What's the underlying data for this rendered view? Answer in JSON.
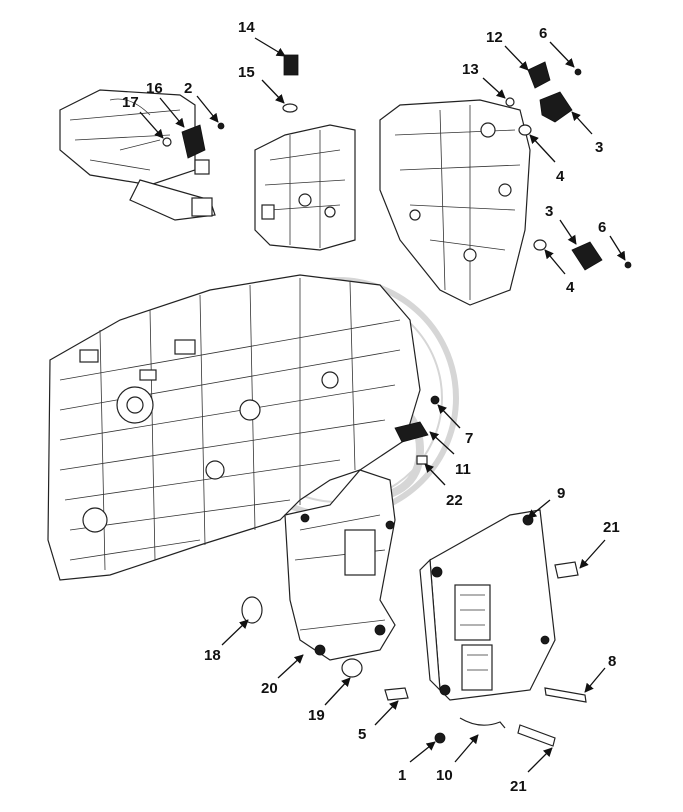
{
  "callouts": {
    "c1": "1",
    "c2": "2",
    "c3a": "3",
    "c3b": "3",
    "c4a": "4",
    "c4b": "4",
    "c5": "5",
    "c6a": "6",
    "c6b": "6",
    "c7": "7",
    "c8": "8",
    "c9": "9",
    "c10": "10",
    "c11": "11",
    "c12": "12",
    "c13": "13",
    "c14": "14",
    "c15": "15",
    "c16": "16",
    "c17": "17",
    "c18": "18",
    "c19": "19",
    "c20": "20",
    "c21a": "21",
    "c21b": "21",
    "c22": "22"
  },
  "colors": {
    "ink": "#111111",
    "watermark": "#d6d6d6",
    "background": "#ffffff"
  }
}
